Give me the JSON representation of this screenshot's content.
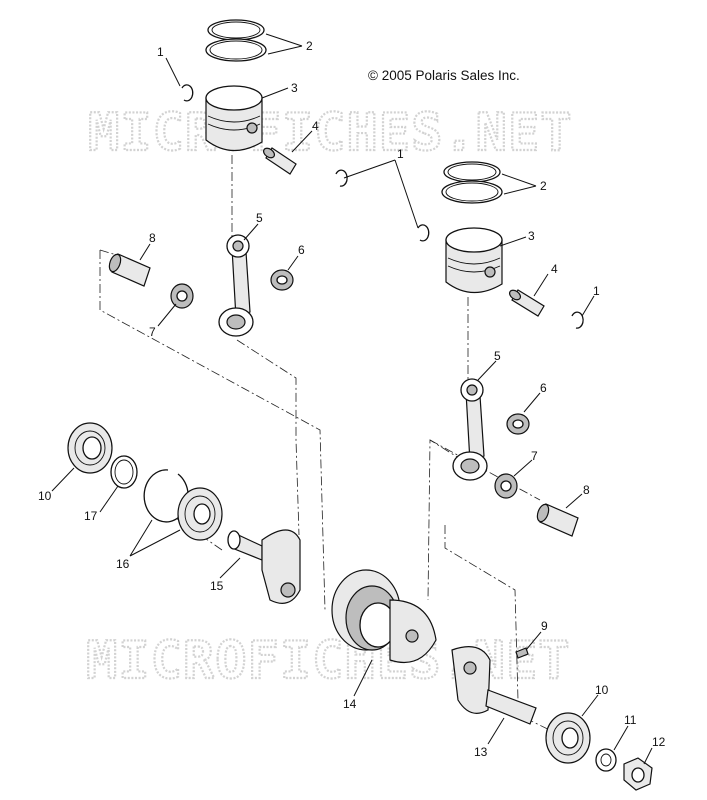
{
  "copyright": "© 2005 Polaris Sales Inc.",
  "watermark": "MICROFICHES.NET",
  "callouts": {
    "c1a": "1",
    "c2a": "2",
    "c3a": "3",
    "c4a": "4",
    "c1b": "1",
    "c2b": "2",
    "c3b": "3",
    "c4b": "4",
    "c1c": "1",
    "c8a": "8",
    "c5a": "5",
    "c6a": "6",
    "c7a": "7",
    "c5b": "5",
    "c6b": "6",
    "c7b": "7",
    "c8b": "8",
    "c10a": "10",
    "c17": "17",
    "c16": "16",
    "c15": "15",
    "c14": "14",
    "c9": "9",
    "c13": "13",
    "c10b": "10",
    "c11": "11",
    "c12": "12"
  }
}
